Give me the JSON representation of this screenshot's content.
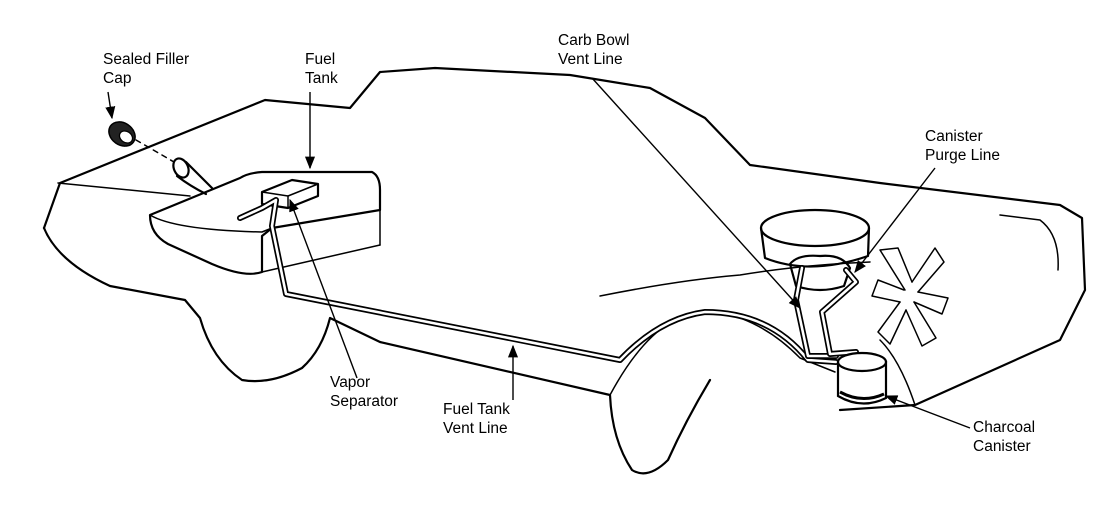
{
  "labels": {
    "sealed_filler_cap": [
      "Sealed Filler",
      "Cap"
    ],
    "fuel_tank": [
      "Fuel",
      "Tank"
    ],
    "carb_bowl_vent_line": [
      "Carb Bowl",
      "Vent Line"
    ],
    "canister_purge_line": [
      "Canister",
      "Purge Line"
    ],
    "vapor_separator": [
      "Vapor",
      "Separator"
    ],
    "fuel_tank_vent_line": [
      "Fuel Tank",
      "Vent Line"
    ],
    "charcoal_canister": [
      "Charcoal",
      "Canister"
    ]
  },
  "colors": {
    "ink": "#000000",
    "paper": "#ffffff"
  }
}
